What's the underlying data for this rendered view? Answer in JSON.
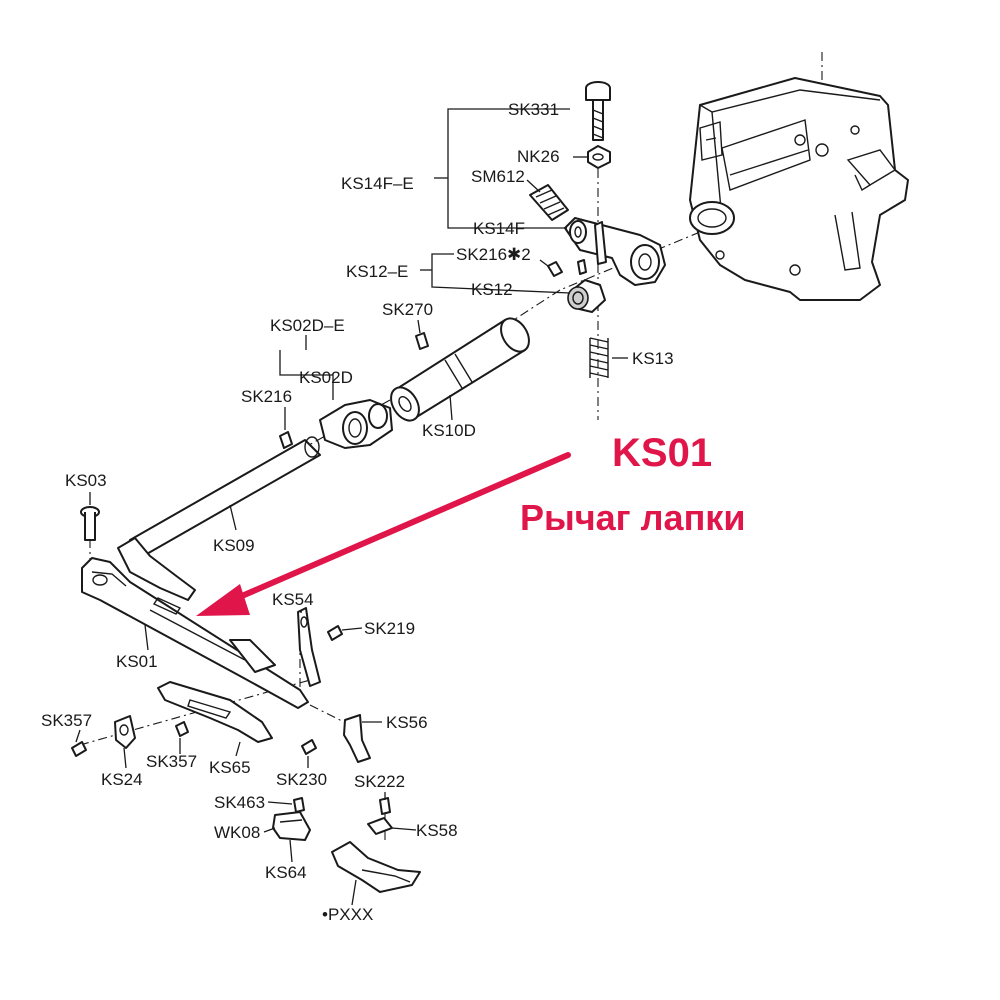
{
  "diagram": {
    "labels": {
      "SK331": "SK331",
      "NK26": "NK26",
      "SM612": "SM612",
      "KS14F_E": "KS14F–E",
      "KS14F": "KS14F",
      "SK216x2": "SK216✱2",
      "KS12_E": "KS12–E",
      "KS12": "KS12",
      "SK270": "SK270",
      "KS13": "KS13",
      "KS02D_E": "KS02D–E",
      "SK216": "SK216",
      "KS02D": "KS02D",
      "KS10D": "KS10D",
      "KS03": "KS03",
      "KS09": "KS09",
      "KS01": "KS01",
      "KS54": "KS54",
      "SK219": "SK219",
      "SK357a": "SK357",
      "KS56": "KS56",
      "KS24": "KS24",
      "SK357b": "SK357",
      "KS65": "KS65",
      "SK230": "SK230",
      "SK222": "SK222",
      "SK463": "SK463",
      "WK08": "WK08",
      "KS58": "KS58",
      "KS64": "KS64",
      "PXXX": "•PXXX"
    }
  },
  "annotation": {
    "title": "KS01",
    "subtitle": "Рычаг лапки",
    "color": "#e0164a"
  }
}
